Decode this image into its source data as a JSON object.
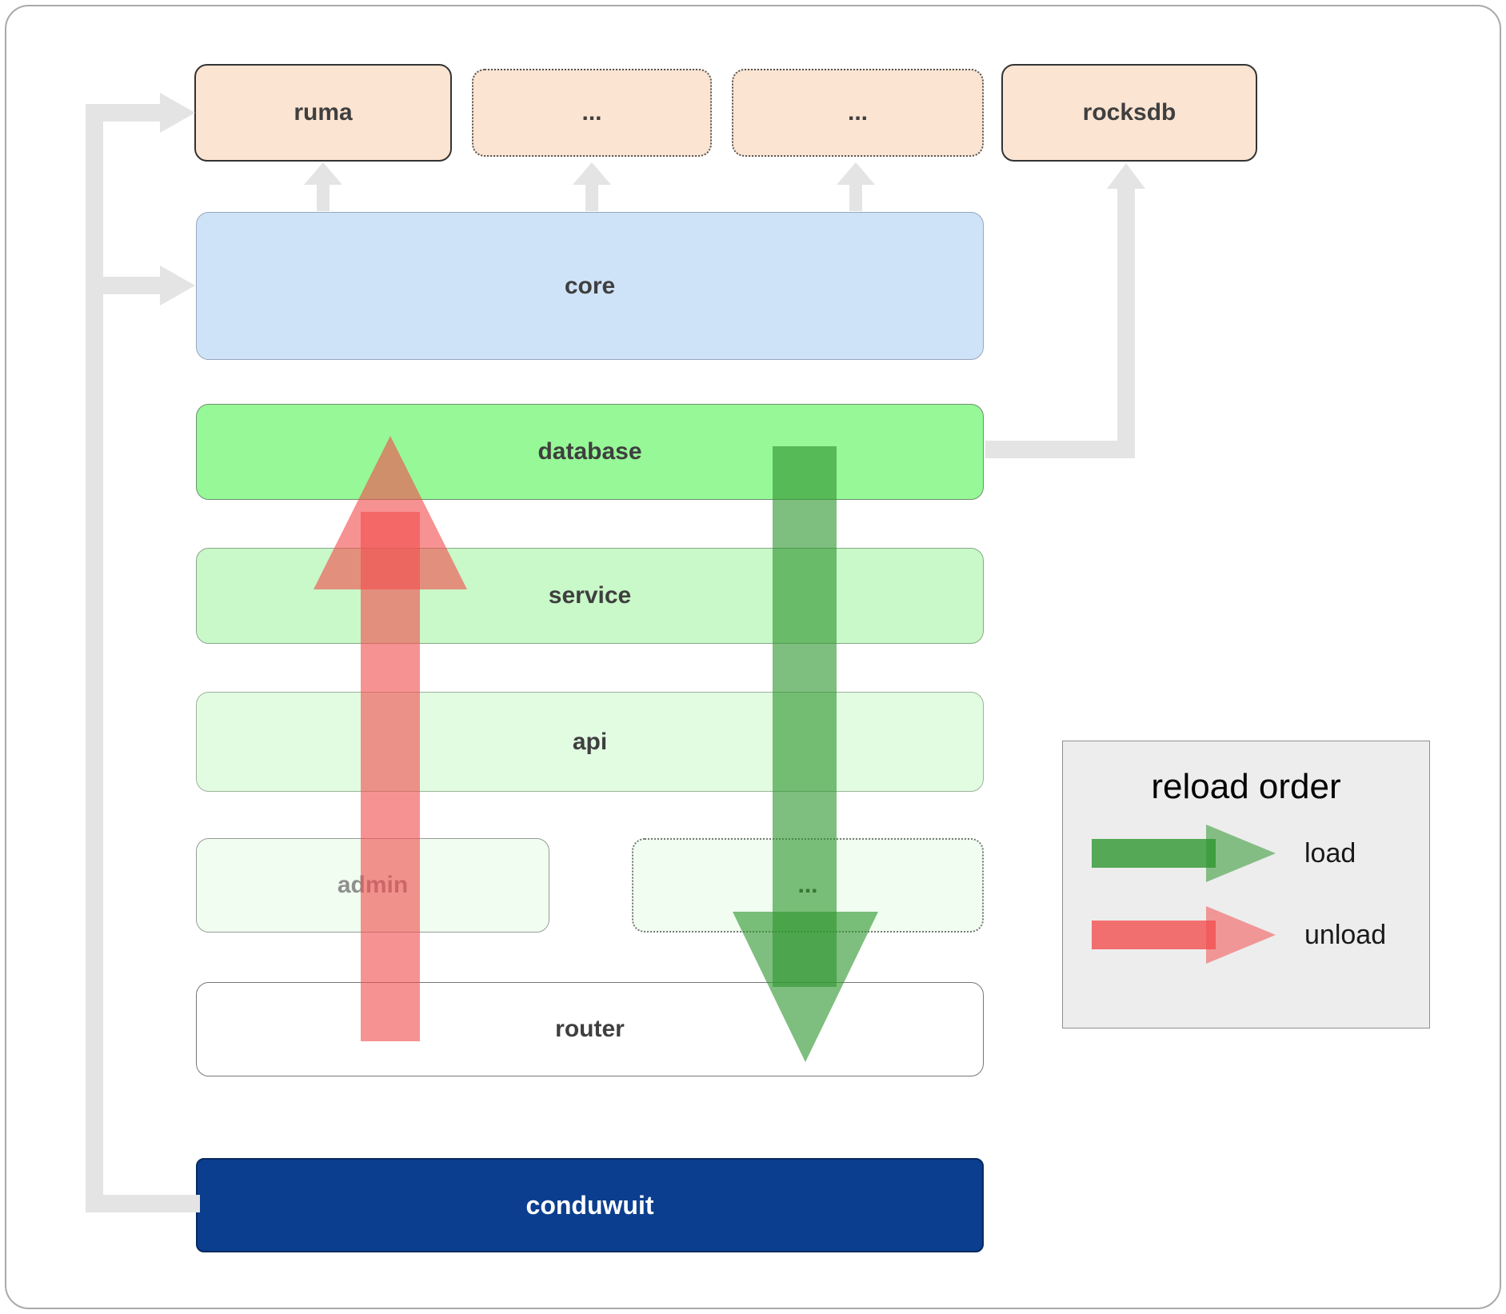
{
  "labels": {
    "ruma": "ruma",
    "dots1": "...",
    "dots2": "...",
    "rocksdb": "rocksdb",
    "core": "core",
    "database": "database",
    "service": "service",
    "api": "api",
    "admin": "admin",
    "dots3": "...",
    "router": "router",
    "conduwuit": "conduwuit"
  },
  "legend": {
    "title": "reload order",
    "items": [
      {
        "label": "load",
        "color": "#2e962e"
      },
      {
        "label": "unload",
        "color": "#f24f4f"
      }
    ]
  },
  "colors": {
    "external_box": "#fbe4d2",
    "core": "#cfe3f8",
    "database": "#96f896",
    "service": "#c9f8c9",
    "api": "#e2fce2",
    "admin": "#f0fdf0",
    "conduwuit": "#0b3e8f",
    "load_arrow": "#2e962e",
    "unload_arrow": "#f24f4f",
    "connector": "#e4e4e4"
  }
}
